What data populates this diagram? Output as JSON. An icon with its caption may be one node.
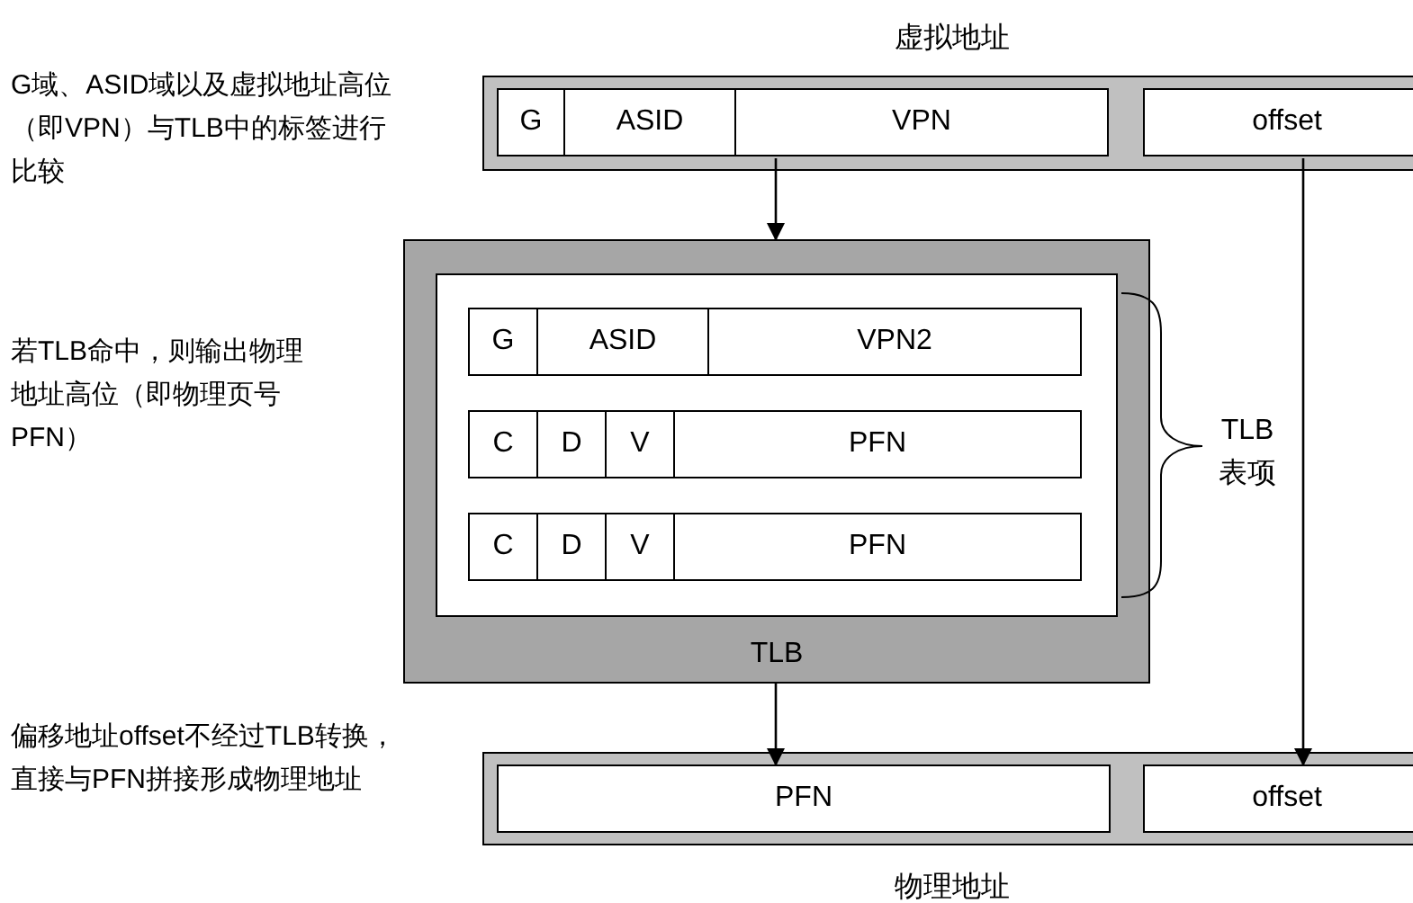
{
  "diagram": {
    "nodes": [
      {
        "text": [
          "虚拟地址"
        ]
      },
      {
        "text": [
          "G"
        ],
        "in": 0
      },
      {
        "text": [
          "ASID"
        ],
        "in": 0
      },
      {
        "text": [
          "VPN"
        ],
        "in": 0
      },
      {
        "text": [
          "offset"
        ],
        "in": 0
      },
      {
        "text": [
          "TLB"
        ]
      },
      {
        "text": [],
        "shape": "box",
        "in": 5
      },
      {
        "text": [
          "G"
        ],
        "in": 6
      },
      {
        "text": [
          "ASID"
        ],
        "in": 6
      },
      {
        "text": [
          "VPN2"
        ],
        "in": 6
      },
      {
        "text": [
          "C"
        ],
        "in": 6
      },
      {
        "text": [
          "D"
        ],
        "in": 6
      },
      {
        "text": [
          "V"
        ],
        "in": 6
      },
      {
        "text": [
          "PFN"
        ],
        "in": 6
      },
      {
        "text": [
          "C"
        ],
        "in": 6
      },
      {
        "text": [
          "D"
        ],
        "in": 6
      },
      {
        "text": [
          "V"
        ],
        "in": 6
      },
      {
        "text": [
          "PFN"
        ],
        "in": 6
      },
      {
        "text": [
          "物理地址"
        ]
      },
      {
        "text": [
          "PFN"
        ],
        "in": 18
      },
      {
        "text": [
          "offset"
        ],
        "in": 18
      }
    ],
    "edges": [
      {
        "from": 3,
        "to": 5,
        "arrow": "to"
      },
      {
        "from": 4,
        "to": 20,
        "arrow": "to"
      },
      {
        "from": 5,
        "to": 19,
        "arrow": "to"
      }
    ],
    "labels": [
      "G域、ASID域以及虚拟地址高位（即VPN）与TLB中的标签进行比较",
      "若TLB命中，则输出物理地址高位（即物理页号PFN）",
      "TLB表项",
      "偏移地址offset不经过TLB转换，直接与PFN拼接形成物理地址"
    ]
  }
}
